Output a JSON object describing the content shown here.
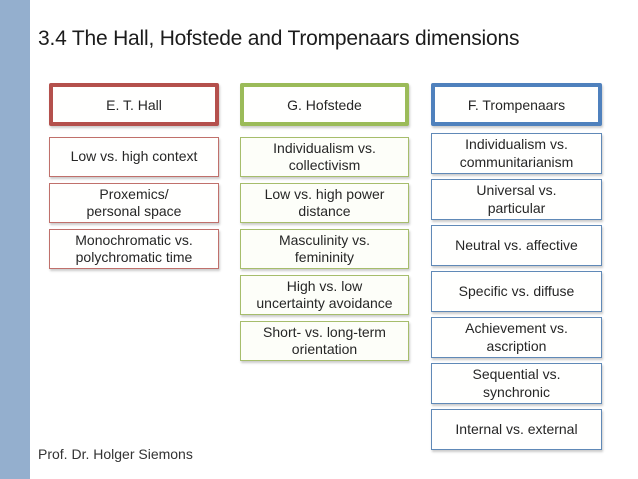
{
  "slide": {
    "title": "3.4 The Hall, Hofstede and Trompenaars dimensions",
    "footer": "Prof. Dr. Holger Siemons"
  },
  "colors": {
    "hall_accent": "#B4504C",
    "hofstede_accent": "#9BBB59",
    "trompenaars_accent": "#4F81BD",
    "left_bar": "#94AFCE",
    "box_text": "#262626",
    "title_text": "#1C1C1C"
  },
  "columns": [
    {
      "id": "hall",
      "header": "E. T. Hall",
      "boxes": [
        {
          "label": "Low vs. high context"
        },
        {
          "label": "Proxemics/\npersonal space"
        },
        {
          "label": "Monochromatic vs.\npolychromatic time"
        }
      ]
    },
    {
      "id": "hofstede",
      "header": "G. Hofstede",
      "boxes": [
        {
          "label": "Individualism vs.\ncollectivism"
        },
        {
          "label": "Low vs. high power\ndistance"
        },
        {
          "label": "Masculinity vs.\nfemininity"
        },
        {
          "label": "High vs. low\nuncertainty avoidance"
        },
        {
          "label": "Short- vs. long-term\norientation"
        }
      ]
    },
    {
      "id": "trompenaars",
      "header": "F. Trompenaars",
      "boxes": [
        {
          "label": "Individualism vs.\ncommunitarianism"
        },
        {
          "label": "Universal vs.\nparticular"
        },
        {
          "label": "Neutral vs. affective"
        },
        {
          "label": "Specific vs. diffuse"
        },
        {
          "label": "Achievement vs.\nascription"
        },
        {
          "label": "Sequential vs.\nsynchronic"
        },
        {
          "label": "Internal vs. external"
        }
      ]
    }
  ]
}
